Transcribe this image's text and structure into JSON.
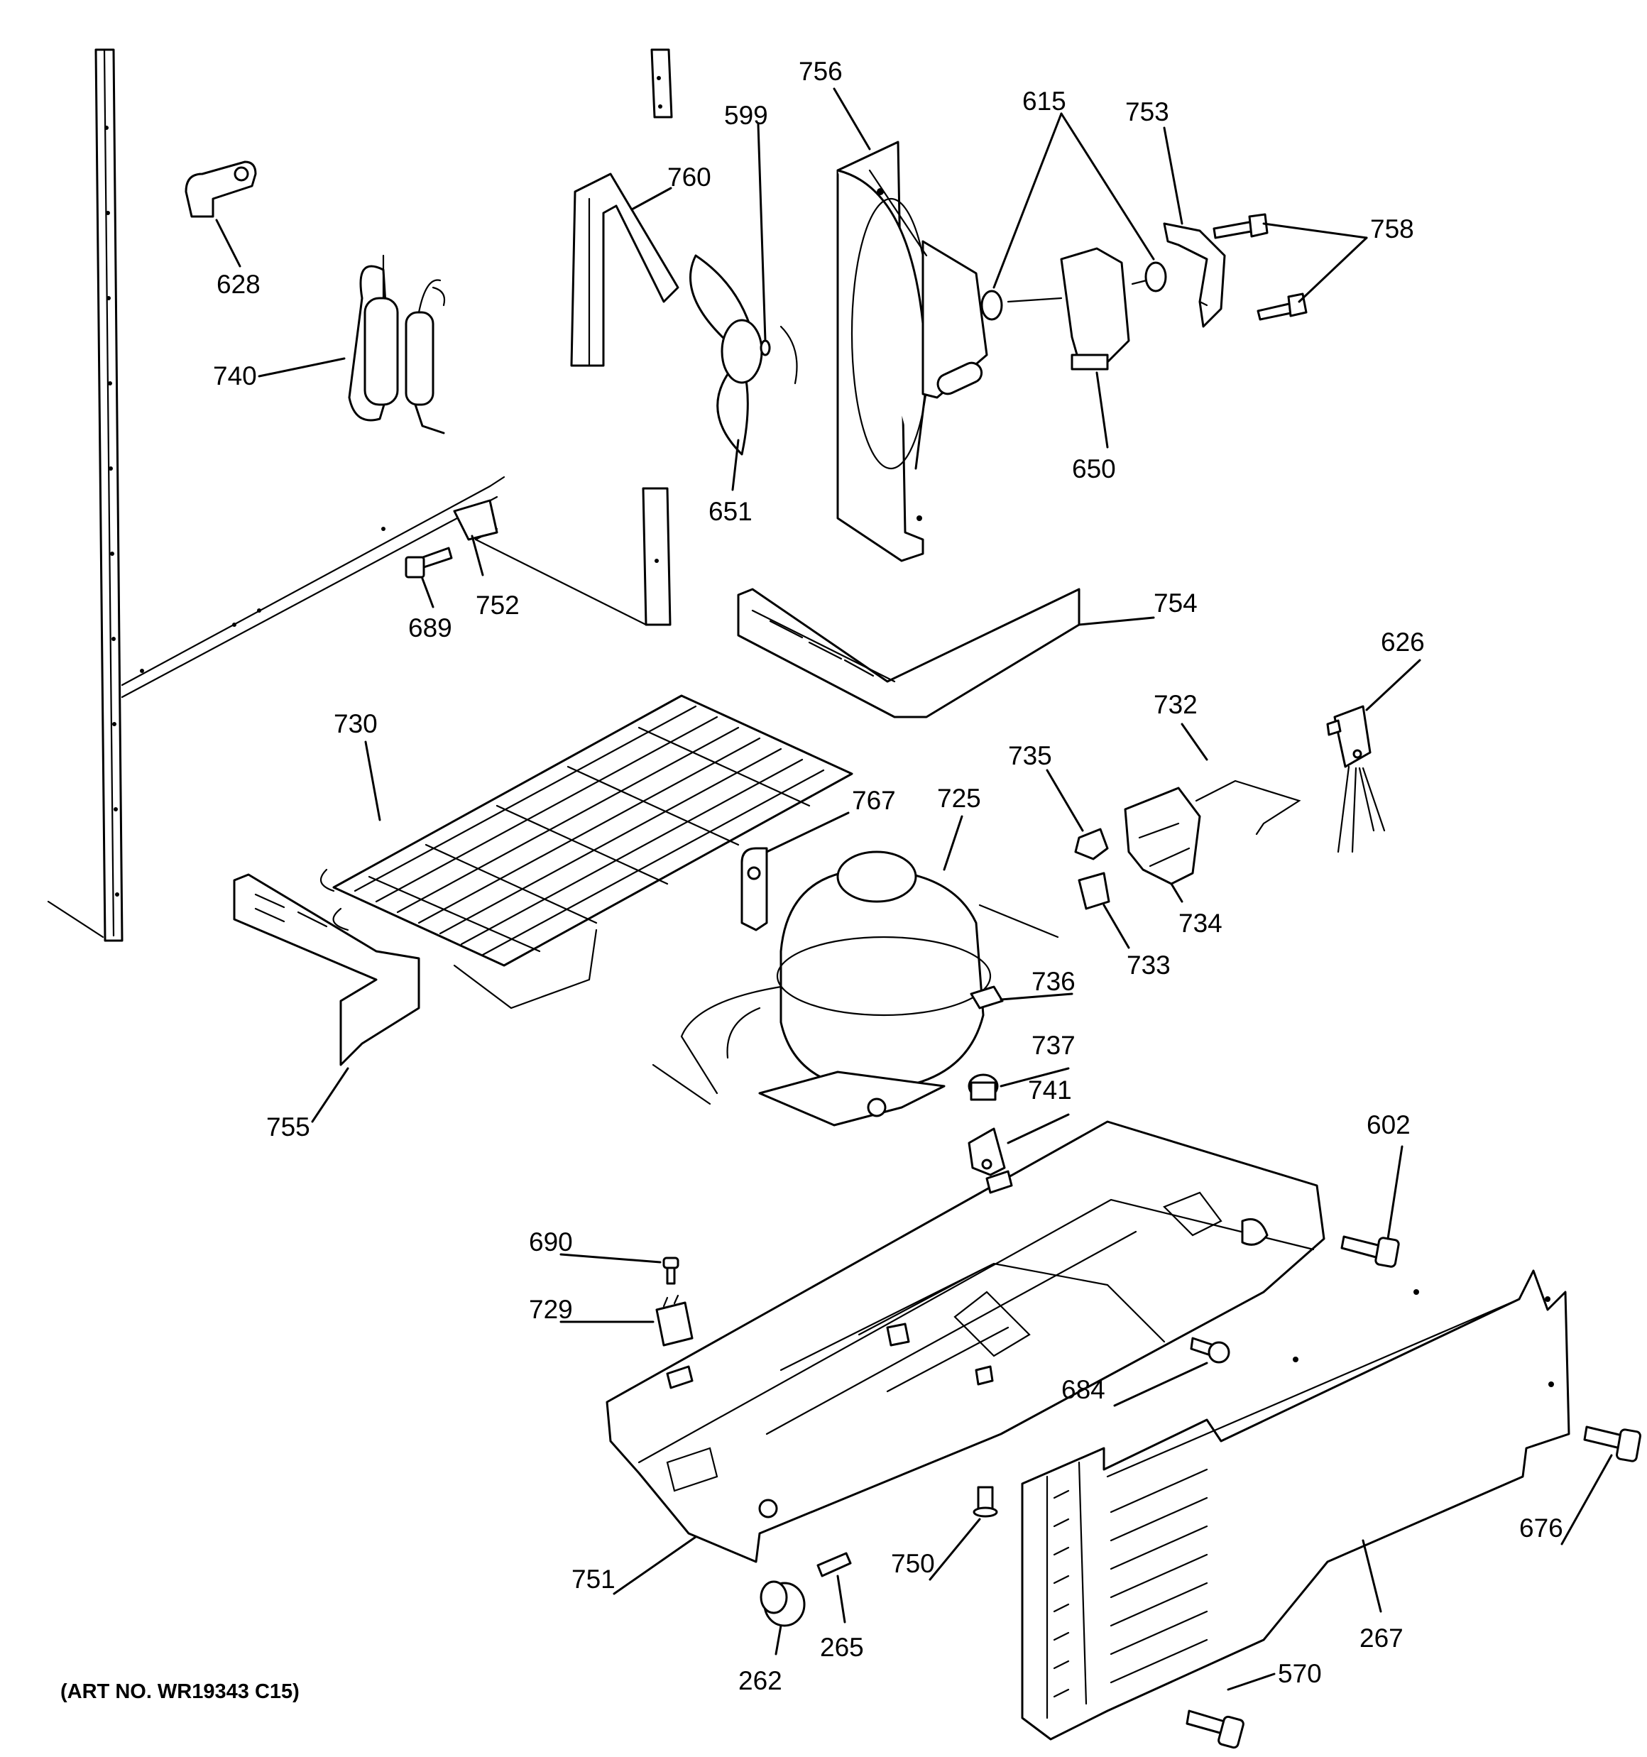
{
  "art_number": "(ART NO. WR19343 C15)",
  "callouts": {
    "c756": "756",
    "c599": "599",
    "c615": "615",
    "c753": "753",
    "c760": "760",
    "c758": "758",
    "c628": "628",
    "c740": "740",
    "c650": "650",
    "c651": "651",
    "c752": "752",
    "c689": "689",
    "c754": "754",
    "c626": "626",
    "c730": "730",
    "c732": "732",
    "c735": "735",
    "c725": "725",
    "c767": "767",
    "c734": "734",
    "c733": "733",
    "c736": "736",
    "c737": "737",
    "c741": "741",
    "c755": "755",
    "c602": "602",
    "c690": "690",
    "c729": "729",
    "c684": "684",
    "c676": "676",
    "c751": "751",
    "c750": "750",
    "c265": "265",
    "c267": "267",
    "c262": "262",
    "c570": "570"
  }
}
